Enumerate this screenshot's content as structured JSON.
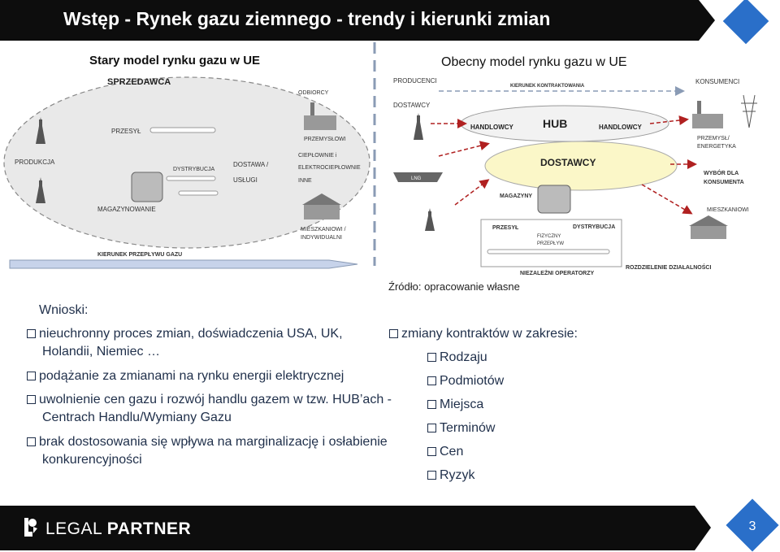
{
  "title": "Wstęp - Rynek gazu ziemnego - trendy i kierunki zmian",
  "diagram": {
    "left_heading": "Stary model rynku gazu w UE",
    "right_heading": "Obecny model rynku gazu w UE",
    "old": {
      "sprzedawca": "SPRZEDAWCA",
      "przesyl": "PRZESYŁ",
      "produkcja": "PRODUKCJA",
      "dystrybucja": "DYSTRYBUCJA",
      "dostawa1": "DOSTAWA /",
      "dostawa2": "USŁUGI",
      "magazynowanie": "MAGAZYNOWANIE",
      "odbiorcy": "ODBIORCY",
      "przemyslowi": "PRZEMYSŁOWI",
      "cieplownie1": "CIEPŁOWNIE i",
      "cieplownie2": "ELEKTROCIEPŁOWNIE",
      "inne": "INNE",
      "mieszk1": "MIESZKANIOWI /",
      "mieszk2": "INDYWIDUALNI",
      "kierunek": "KIERUNEK PRZEPŁYWU GAZU"
    },
    "new": {
      "producenci": "PRODUCENCI",
      "kierunek_kontr": "KIERUNEK KONTRAKTOWANIA",
      "konsumenci": "KONSUMENCI",
      "dostawcy_top": "DOSTAWCY",
      "hub": "HUB",
      "handlowcy_l": "HANDLOWCY",
      "handlowcy_r": "HANDLOWCY",
      "dostawcy": "DOSTAWCY",
      "magazyny": "MAGAZYNY",
      "lng": "LNG",
      "przemysl1": "PRZEMYSŁ/",
      "przemysl2": "ENERGETYKA",
      "wybor1": "WYBÓR DLA",
      "wybor2": "KONSUMENTA",
      "mieszkaniowi": "MIESZKANIOWI",
      "przesyl": "PRZESYŁ",
      "dystrybucja": "DYSTRYBUCJA",
      "fizyczny1": "FIZYCZNY",
      "fizyczny2": "PRZEPŁYW",
      "niezalezni": "NIEZALEŻNI OPERATORZY",
      "rozdzielenie": "ROZDZIELENIE DZIAŁALNOŚCI"
    }
  },
  "source": "Źródło: opracowanie własne",
  "wnioski_label": "Wnioski",
  "wnioski_colon": ":",
  "left_bullets": [
    "nieuchronny  proces zmian, doświadczenia USA, UK, Holandii, Niemiec …",
    "podążanie za zmianami na rynku energii elektrycznej",
    "uwolnienie cen gazu i rozwój handlu gazem w tzw. HUB’ach - Centrach Handlu/Wymiany Gazu",
    "brak dostosowania się wpływa na marginalizację i osłabienie konkurencyjności"
  ],
  "right_bullet": "zmiany kontraktów w zakresie:",
  "right_subitems": [
    "Rodzaju",
    "Podmiotów",
    "Miejsca",
    "Terminów",
    "Cen",
    "Ryzyk"
  ],
  "footer": {
    "logo_light": "LEGAL ",
    "logo_bold": "PARTNER",
    "page_number": "3"
  },
  "colors": {
    "accent_blue": "#2a6fc9",
    "bar": "#0d0d0d",
    "hub_yellow": "#fbf7c8"
  }
}
